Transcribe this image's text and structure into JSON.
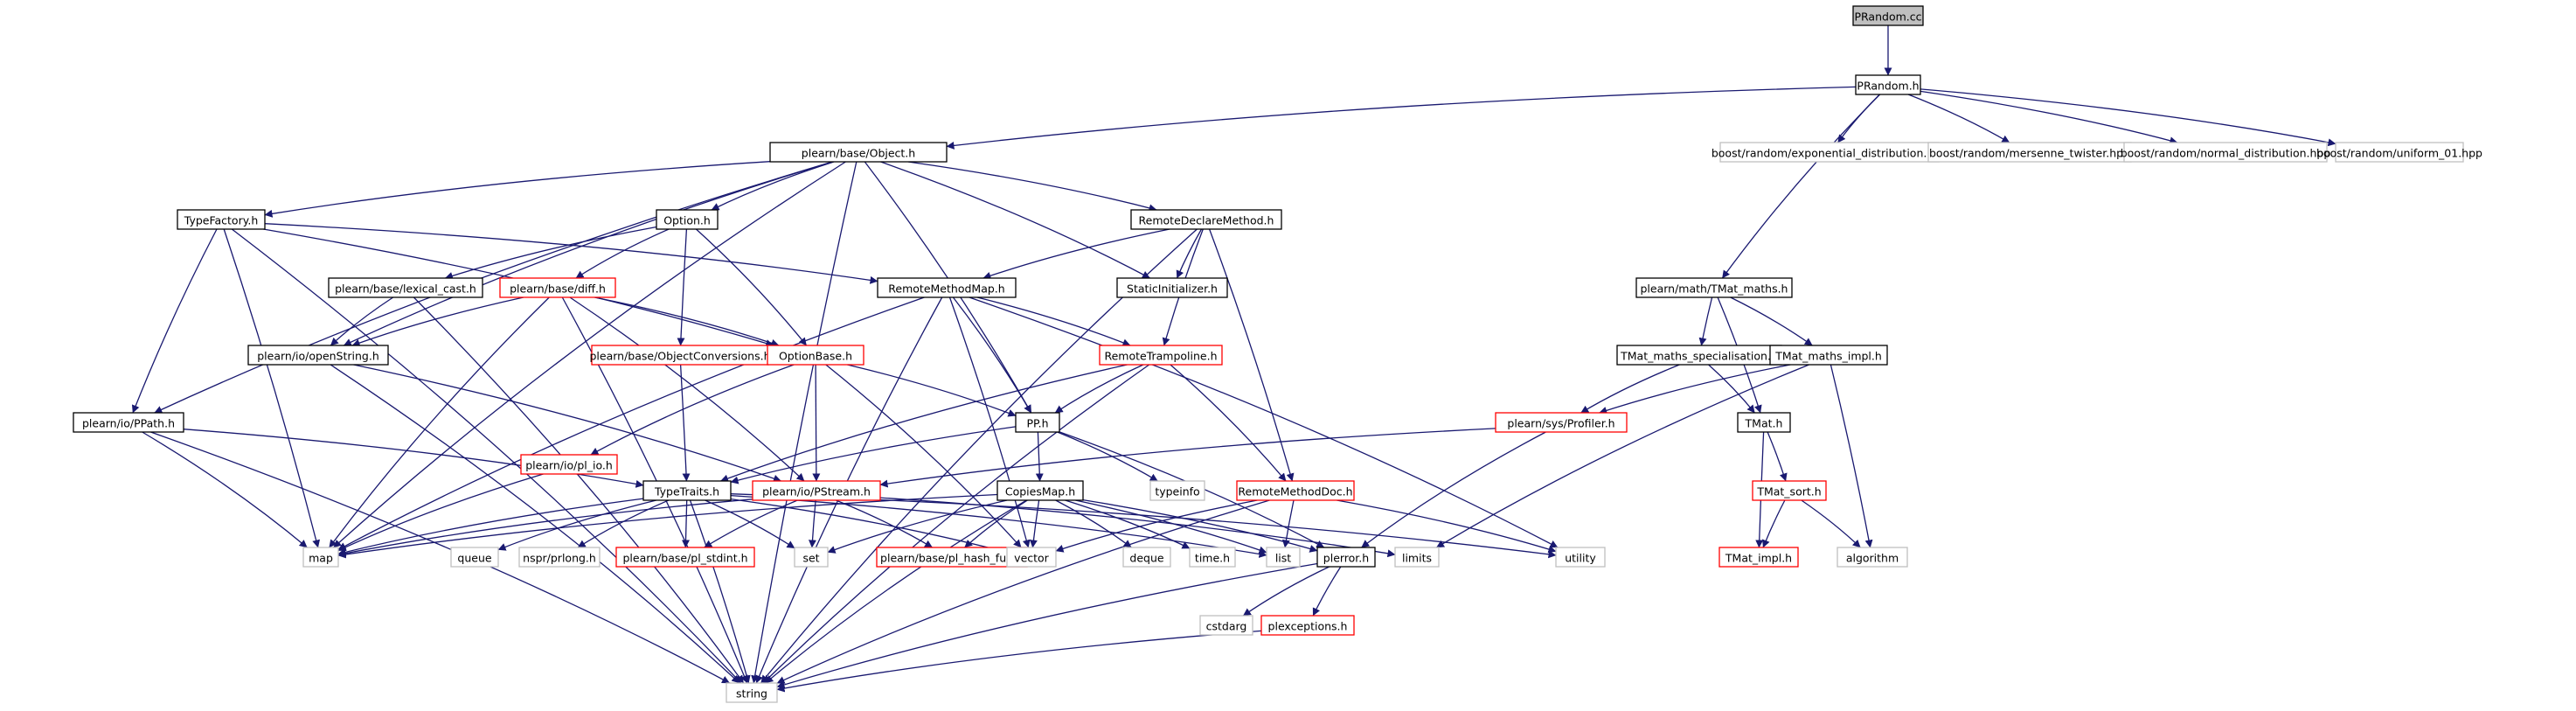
{
  "colors": {
    "edge": "#191970",
    "root_fill": "#bfbfbf",
    "normal_border": "#000000",
    "truncated_border": "#ff0000",
    "external_border": "#bfbfbf",
    "text": "#000000"
  },
  "nodes": [
    {
      "id": "prandom_cc",
      "label": "PRandom.cc",
      "kind": "root"
    },
    {
      "id": "prandom_h",
      "label": "PRandom.h",
      "kind": "normal"
    },
    {
      "id": "object_h",
      "label": "plearn/base/Object.h",
      "kind": "normal"
    },
    {
      "id": "exp_dist",
      "label": "boost/random/exponential_distribution.hpp",
      "kind": "external"
    },
    {
      "id": "mersenne",
      "label": "boost/random/mersenne_twister.hpp",
      "kind": "external"
    },
    {
      "id": "normal_dist",
      "label": "boost/random/normal_distribution.hpp",
      "kind": "external"
    },
    {
      "id": "uniform01",
      "label": "boost/random/uniform_01.hpp",
      "kind": "external"
    },
    {
      "id": "typefactory_h",
      "label": "TypeFactory.h",
      "kind": "normal"
    },
    {
      "id": "option_h",
      "label": "Option.h",
      "kind": "normal"
    },
    {
      "id": "remotedeclare_h",
      "label": "RemoteDeclareMethod.h",
      "kind": "normal"
    },
    {
      "id": "lexical_cast_h",
      "label": "plearn/base/lexical_cast.h",
      "kind": "normal"
    },
    {
      "id": "diff_h",
      "label": "plearn/base/diff.h",
      "kind": "truncated"
    },
    {
      "id": "remotemethodmap_h",
      "label": "RemoteMethodMap.h",
      "kind": "normal"
    },
    {
      "id": "staticinit_h",
      "label": "StaticInitializer.h",
      "kind": "normal"
    },
    {
      "id": "tmat_maths_h",
      "label": "plearn/math/TMat_maths.h",
      "kind": "normal"
    },
    {
      "id": "openstring_h",
      "label": "plearn/io/openString.h",
      "kind": "normal"
    },
    {
      "id": "objconv_h",
      "label": "plearn/base/ObjectConversions.h",
      "kind": "truncated"
    },
    {
      "id": "optionbase_h",
      "label": "OptionBase.h",
      "kind": "truncated"
    },
    {
      "id": "remotetramp_h",
      "label": "RemoteTrampoline.h",
      "kind": "truncated"
    },
    {
      "id": "tmat_spec_h",
      "label": "TMat_maths_specialisation.h",
      "kind": "normal"
    },
    {
      "id": "tmat_impl_maths_h",
      "label": "TMat_maths_impl.h",
      "kind": "normal"
    },
    {
      "id": "ppath_h",
      "label": "plearn/io/PPath.h",
      "kind": "normal"
    },
    {
      "id": "pl_io_h",
      "label": "plearn/io/pl_io.h",
      "kind": "truncated"
    },
    {
      "id": "pp_h",
      "label": "PP.h",
      "kind": "normal"
    },
    {
      "id": "profiler_h",
      "label": "plearn/sys/Profiler.h",
      "kind": "truncated"
    },
    {
      "id": "tmat_h",
      "label": "TMat.h",
      "kind": "normal"
    },
    {
      "id": "typetraits_h",
      "label": "TypeTraits.h",
      "kind": "normal"
    },
    {
      "id": "pstream_h",
      "label": "plearn/io/PStream.h",
      "kind": "truncated"
    },
    {
      "id": "typeinfo",
      "label": "typeinfo",
      "kind": "external"
    },
    {
      "id": "copiesmap_h",
      "label": "CopiesMap.h",
      "kind": "normal"
    },
    {
      "id": "remotemethoddoc_h",
      "label": "RemoteMethodDoc.h",
      "kind": "truncated"
    },
    {
      "id": "tmat_sort_h",
      "label": "TMat_sort.h",
      "kind": "truncated"
    },
    {
      "id": "map",
      "label": "map",
      "kind": "external"
    },
    {
      "id": "queue",
      "label": "queue",
      "kind": "external"
    },
    {
      "id": "prlong",
      "label": "nspr/prlong.h",
      "kind": "external"
    },
    {
      "id": "pl_stdint",
      "label": "plearn/base/pl_stdint.h",
      "kind": "truncated"
    },
    {
      "id": "set",
      "label": "set",
      "kind": "external"
    },
    {
      "id": "pl_hash_fun",
      "label": "plearn/base/pl_hash_fun.h",
      "kind": "truncated"
    },
    {
      "id": "vector",
      "label": "vector",
      "kind": "external"
    },
    {
      "id": "deque",
      "label": "deque",
      "kind": "external"
    },
    {
      "id": "time_h",
      "label": "time.h",
      "kind": "external"
    },
    {
      "id": "list",
      "label": "list",
      "kind": "external"
    },
    {
      "id": "plerror_h",
      "label": "plerror.h",
      "kind": "normal"
    },
    {
      "id": "limits",
      "label": "limits",
      "kind": "external"
    },
    {
      "id": "utility",
      "label": "utility",
      "kind": "external"
    },
    {
      "id": "tmat_impl_h",
      "label": "TMat_impl.h",
      "kind": "truncated"
    },
    {
      "id": "algorithm",
      "label": "algorithm",
      "kind": "external"
    },
    {
      "id": "cstdarg",
      "label": "cstdarg",
      "kind": "external"
    },
    {
      "id": "plexceptions_h",
      "label": "plexceptions.h",
      "kind": "truncated"
    },
    {
      "id": "string",
      "label": "string",
      "kind": "external"
    }
  ],
  "edges": [
    [
      "prandom_cc",
      "prandom_h"
    ],
    [
      "prandom_h",
      "object_h"
    ],
    [
      "prandom_h",
      "exp_dist"
    ],
    [
      "prandom_h",
      "mersenne"
    ],
    [
      "prandom_h",
      "normal_dist"
    ],
    [
      "prandom_h",
      "uniform01"
    ],
    [
      "prandom_h",
      "tmat_maths_h"
    ],
    [
      "object_h",
      "typefactory_h"
    ],
    [
      "object_h",
      "option_h"
    ],
    [
      "object_h",
      "remotedeclare_h"
    ],
    [
      "object_h",
      "staticinit_h"
    ],
    [
      "object_h",
      "openstring_h"
    ],
    [
      "object_h",
      "ppath_h"
    ],
    [
      "object_h",
      "pp_h"
    ],
    [
      "object_h",
      "map"
    ],
    [
      "object_h",
      "string"
    ],
    [
      "typefactory_h",
      "ppath_h"
    ],
    [
      "typefactory_h",
      "optionbase_h"
    ],
    [
      "typefactory_h",
      "remotemethodmap_h"
    ],
    [
      "typefactory_h",
      "map"
    ],
    [
      "typefactory_h",
      "string"
    ],
    [
      "option_h",
      "lexical_cast_h"
    ],
    [
      "option_h",
      "diff_h"
    ],
    [
      "option_h",
      "objconv_h"
    ],
    [
      "option_h",
      "optionbase_h"
    ],
    [
      "remotedeclare_h",
      "remotemethodmap_h"
    ],
    [
      "remotedeclare_h",
      "staticinit_h"
    ],
    [
      "remotedeclare_h",
      "remotetramp_h"
    ],
    [
      "remotedeclare_h",
      "remotemethoddoc_h"
    ],
    [
      "remotedeclare_h",
      "string"
    ],
    [
      "lexical_cast_h",
      "openstring_h"
    ],
    [
      "lexical_cast_h",
      "string"
    ],
    [
      "diff_h",
      "openstring_h"
    ],
    [
      "diff_h",
      "optionbase_h"
    ],
    [
      "diff_h",
      "pstream_h"
    ],
    [
      "diff_h",
      "map"
    ],
    [
      "diff_h",
      "string"
    ],
    [
      "remotemethodmap_h",
      "pp_h"
    ],
    [
      "remotemethodmap_h",
      "remotetramp_h"
    ],
    [
      "remotemethodmap_h",
      "map"
    ],
    [
      "remotemethodmap_h",
      "vector"
    ],
    [
      "remotemethodmap_h",
      "utility"
    ],
    [
      "remotemethodmap_h",
      "string"
    ],
    [
      "tmat_maths_h",
      "tmat_spec_h"
    ],
    [
      "tmat_maths_h",
      "tmat_impl_maths_h"
    ],
    [
      "tmat_maths_h",
      "tmat_h"
    ],
    [
      "openstring_h",
      "pstream_h"
    ],
    [
      "openstring_h",
      "string"
    ],
    [
      "objconv_h",
      "typetraits_h"
    ],
    [
      "optionbase_h",
      "pl_io_h"
    ],
    [
      "optionbase_h",
      "pp_h"
    ],
    [
      "optionbase_h",
      "pstream_h"
    ],
    [
      "optionbase_h",
      "vector"
    ],
    [
      "remotetramp_h",
      "pp_h"
    ],
    [
      "remotetramp_h",
      "typetraits_h"
    ],
    [
      "remotetramp_h",
      "remotemethoddoc_h"
    ],
    [
      "remotetramp_h",
      "string"
    ],
    [
      "tmat_spec_h",
      "profiler_h"
    ],
    [
      "tmat_spec_h",
      "tmat_h"
    ],
    [
      "tmat_impl_maths_h",
      "profiler_h"
    ],
    [
      "tmat_impl_maths_h",
      "limits"
    ],
    [
      "tmat_impl_maths_h",
      "algorithm"
    ],
    [
      "ppath_h",
      "typetraits_h"
    ],
    [
      "ppath_h",
      "map"
    ],
    [
      "ppath_h",
      "string"
    ],
    [
      "pl_io_h",
      "map"
    ],
    [
      "pp_h",
      "typetraits_h"
    ],
    [
      "pp_h",
      "typeinfo"
    ],
    [
      "pp_h",
      "copiesmap_h"
    ],
    [
      "pp_h",
      "plerror_h"
    ],
    [
      "profiler_h",
      "pstream_h"
    ],
    [
      "profiler_h",
      "plerror_h"
    ],
    [
      "tmat_h",
      "tmat_sort_h"
    ],
    [
      "tmat_h",
      "tmat_impl_h"
    ],
    [
      "typetraits_h",
      "map"
    ],
    [
      "typetraits_h",
      "queue"
    ],
    [
      "typetraits_h",
      "prlong"
    ],
    [
      "typetraits_h",
      "pl_stdint"
    ],
    [
      "typetraits_h",
      "set"
    ],
    [
      "typetraits_h",
      "vector"
    ],
    [
      "typetraits_h",
      "list"
    ],
    [
      "typetraits_h",
      "utility"
    ],
    [
      "typetraits_h",
      "string"
    ],
    [
      "pstream_h",
      "map"
    ],
    [
      "pstream_h",
      "pl_stdint"
    ],
    [
      "pstream_h",
      "set"
    ],
    [
      "pstream_h",
      "pl_hash_fun"
    ],
    [
      "pstream_h",
      "limits"
    ],
    [
      "copiesmap_h",
      "map"
    ],
    [
      "copiesmap_h",
      "set"
    ],
    [
      "copiesmap_h",
      "pl_hash_fun"
    ],
    [
      "copiesmap_h",
      "vector"
    ],
    [
      "copiesmap_h",
      "deque"
    ],
    [
      "copiesmap_h",
      "time_h"
    ],
    [
      "copiesmap_h",
      "list"
    ],
    [
      "copiesmap_h",
      "plerror_h"
    ],
    [
      "copiesmap_h",
      "string"
    ],
    [
      "remotemethoddoc_h",
      "vector"
    ],
    [
      "remotemethoddoc_h",
      "list"
    ],
    [
      "remotemethoddoc_h",
      "utility"
    ],
    [
      "remotemethoddoc_h",
      "string"
    ],
    [
      "tmat_sort_h",
      "tmat_impl_h"
    ],
    [
      "tmat_sort_h",
      "algorithm"
    ],
    [
      "plerror_h",
      "cstdarg"
    ],
    [
      "plerror_h",
      "plexceptions_h"
    ],
    [
      "plerror_h",
      "string"
    ],
    [
      "plexceptions_h",
      "string"
    ]
  ]
}
